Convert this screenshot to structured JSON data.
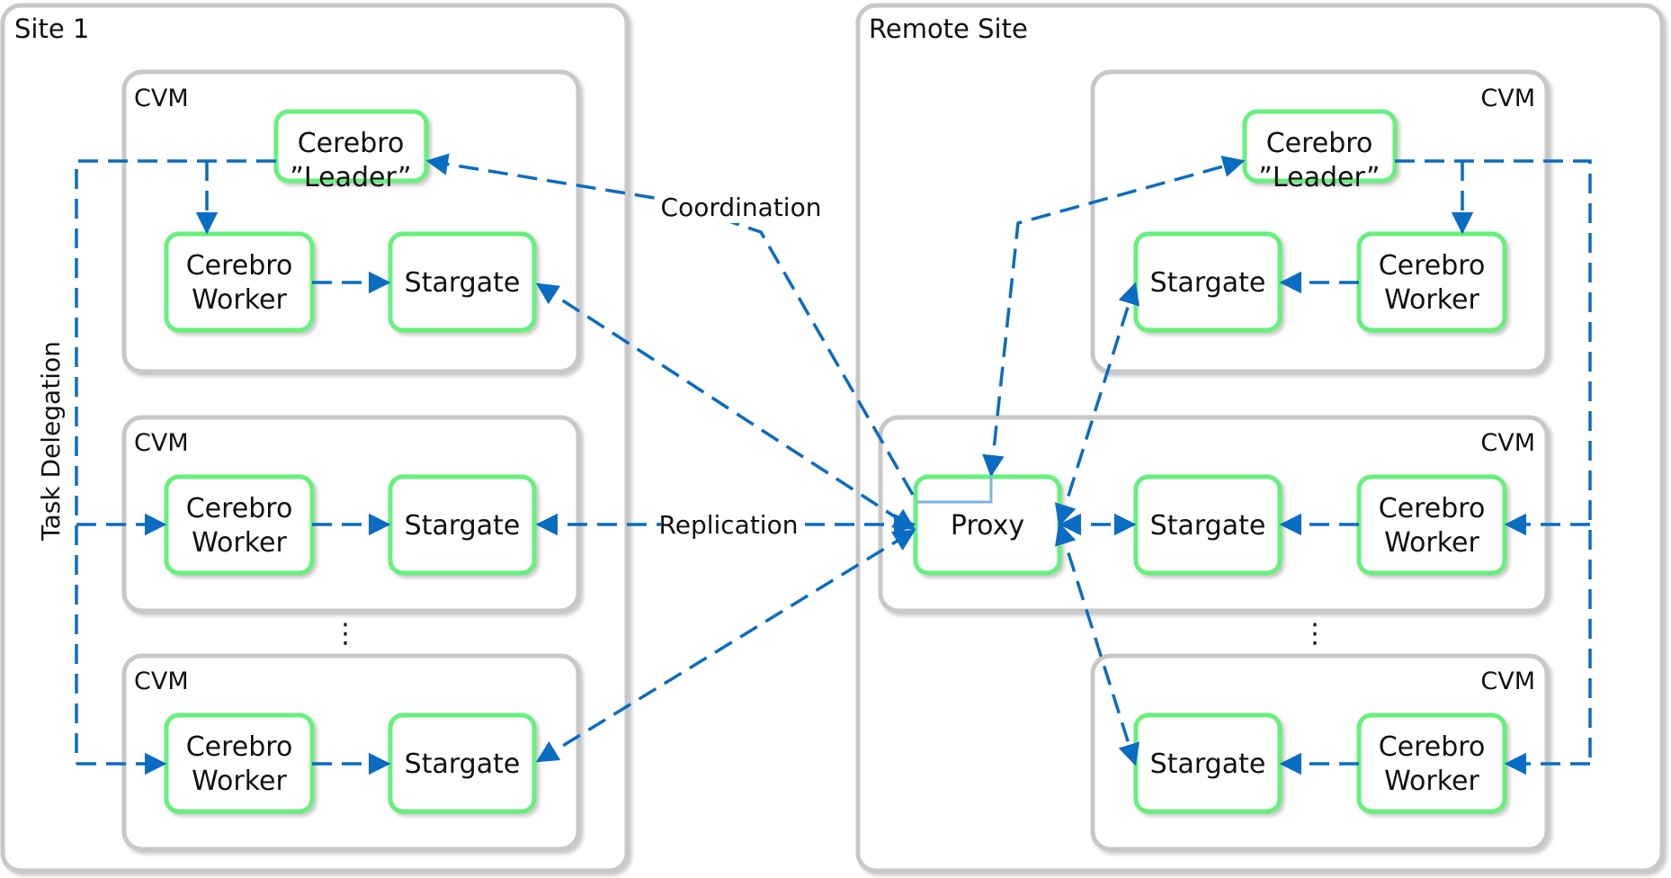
{
  "colors": {
    "arrow": "#0a6cc2",
    "arrow_light": "#7ab2dd",
    "component_border": "#66f07c",
    "container_border": "#c8c8c8"
  },
  "sites": {
    "site1": {
      "label": "Site 1"
    },
    "remote": {
      "label": "Remote Site"
    }
  },
  "cvm_label": "CVM",
  "ellipsis": "⋮",
  "components": {
    "leader_line1": "Cerebro",
    "leader_line2": "”Leader”",
    "worker_line1": "Cerebro",
    "worker_line2": "Worker",
    "stargate": "Stargate",
    "proxy": "Proxy"
  },
  "edges": {
    "coordination": "Coordination",
    "replication": "Replication",
    "task_delegation": "Task Delegation"
  }
}
